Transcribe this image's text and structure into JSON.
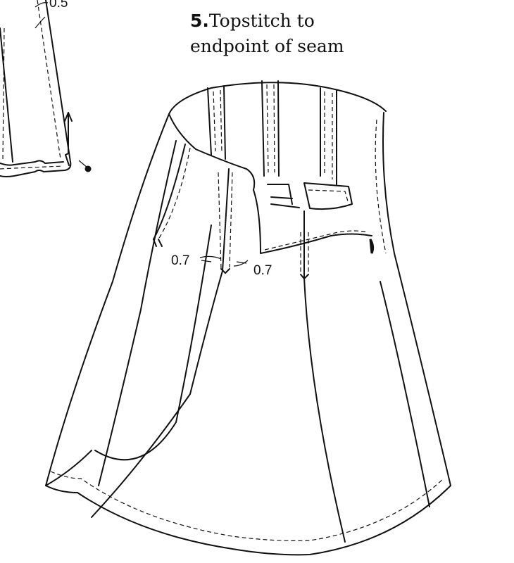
{
  "step": {
    "number": "5.",
    "line1": "Topstitch to",
    "line2": "endpoint of seam"
  },
  "measurements": {
    "sleeve_seam": "0.5",
    "pleat_left": "0.7",
    "pleat_right": "0.7"
  }
}
